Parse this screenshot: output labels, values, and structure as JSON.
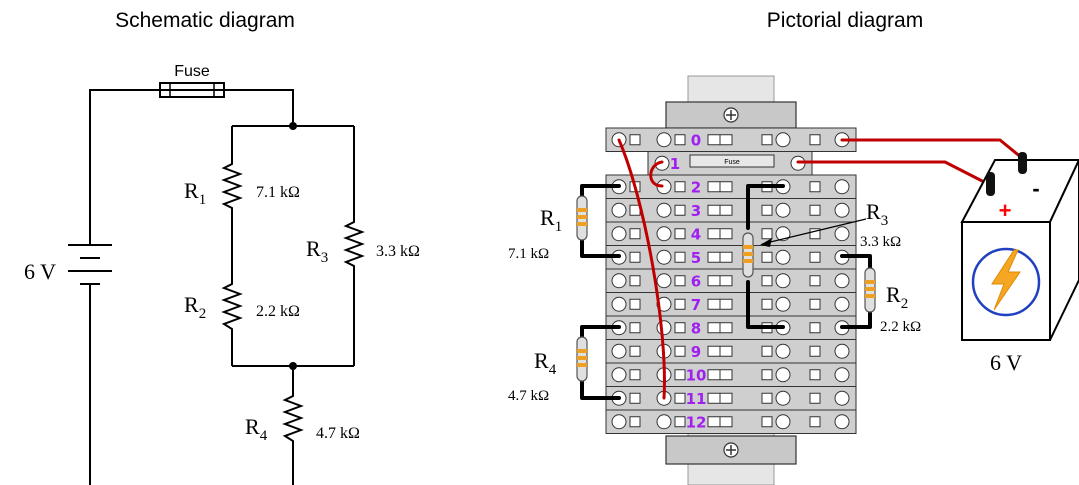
{
  "schematic": {
    "title": "Schematic diagram",
    "fuse_label": "Fuse",
    "source_label": "6 V",
    "resistors": [
      {
        "name": "R",
        "sub": "1",
        "value": "7.1 kΩ"
      },
      {
        "name": "R",
        "sub": "2",
        "value": "2.2 kΩ"
      },
      {
        "name": "R",
        "sub": "3",
        "value": "3.3 kΩ"
      },
      {
        "name": "R",
        "sub": "4",
        "value": "4.7 kΩ"
      }
    ]
  },
  "pictorial": {
    "title": "Pictorial diagram",
    "fuse_label": "Fuse",
    "battery_label": "6 V",
    "battery_plus": "+",
    "battery_minus": "-",
    "terminal_numbers": [
      "0",
      "1",
      "2",
      "3",
      "4",
      "5",
      "6",
      "7",
      "8",
      "9",
      "10",
      "11",
      "12"
    ],
    "resistors": [
      {
        "name": "R",
        "sub": "1",
        "value": "7.1 kΩ"
      },
      {
        "name": "R",
        "sub": "2",
        "value": "2.2 kΩ"
      },
      {
        "name": "R",
        "sub": "3",
        "value": "3.3 kΩ"
      },
      {
        "name": "R",
        "sub": "4",
        "value": "4.7 kΩ"
      }
    ]
  },
  "colors": {
    "wire_red": "#c00000",
    "terminal_number": "#a020f0",
    "block_gray": "#cfcfcf",
    "resistor_band": "#f0a020",
    "bolt": "#f5a623",
    "battery_circle": "#2040c0"
  }
}
